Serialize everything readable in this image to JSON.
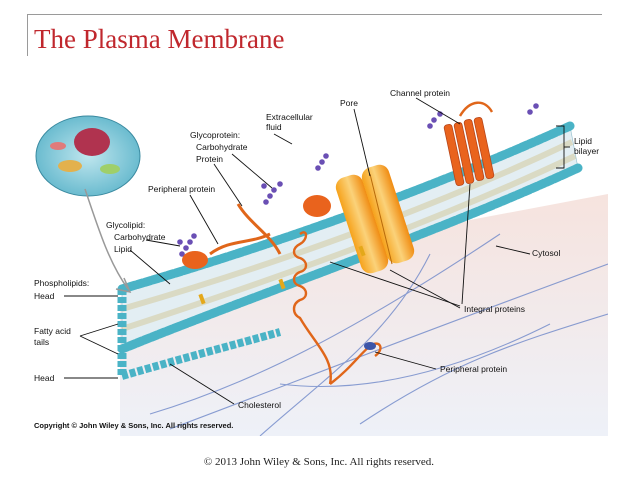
{
  "slide": {
    "title": "The Plasma Membrane",
    "footer": "© 2013 John Wiley & Sons, Inc. All rights reserved."
  },
  "diagram": {
    "copyright": "Copyright © John Wiley & Sons, Inc. All rights reserved.",
    "labels": {
      "pore": "Pore",
      "channel_protein": "Channel protein",
      "extracellular_line1": "Extracellular",
      "extracellular_line2": "fluid",
      "glycoprotein": "Glycoprotein:",
      "glyco_carbohydrate": "Carbohydrate",
      "glyco_protein": "Protein",
      "lipid_bilayer_line1": "Lipid",
      "lipid_bilayer_line2": "bilayer",
      "peripheral_protein_top": "Peripheral protein",
      "glycolipid": "Glycolipid:",
      "glycolipid_carbohydrate": "Carbohydrate",
      "glycolipid_lipid": "Lipid",
      "cytosol": "Cytosol",
      "phospholipids": "Phospholipids:",
      "head_top": "Head",
      "fatty_acid_line1": "Fatty acid",
      "fatty_acid_line2": "tails",
      "head_bottom": "Head",
      "integral_proteins": "Integral proteins",
      "peripheral_protein_bottom": "Peripheral protein",
      "cholesterol": "Cholesterol"
    }
  }
}
